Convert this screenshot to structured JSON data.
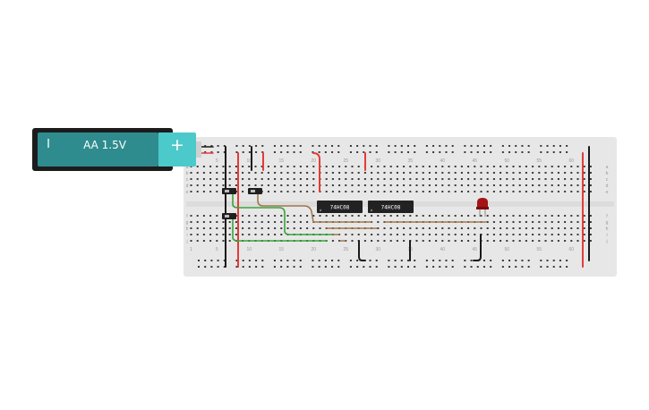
{
  "battery": {
    "label": "AA 1.5V",
    "minus_symbol": "I",
    "plus_symbol": "+"
  },
  "chips": [
    {
      "label": "74HC08"
    },
    {
      "label": "74HC08"
    }
  ],
  "column_numbers": [
    "1",
    "5",
    "10",
    "15",
    "20",
    "25",
    "30",
    "35",
    "40",
    "45",
    "50",
    "55",
    "60"
  ],
  "row_letters_top": [
    "a",
    "b",
    "c",
    "d",
    "e"
  ],
  "row_letters_bottom": [
    "f",
    "g",
    "h",
    "i",
    "j"
  ],
  "colors": {
    "breadboard": "#e7e7e7",
    "hole": "#3a3a3a",
    "rail_red": "#e53a3a",
    "wire_black": "#1a1a1a",
    "wire_green": "#3aa43a",
    "wire_brown": "#a07850",
    "led_red": "#a41414",
    "chip": "#222222",
    "battery_body": "#2f8c8e",
    "battery_cap": "#4cc9cb"
  }
}
